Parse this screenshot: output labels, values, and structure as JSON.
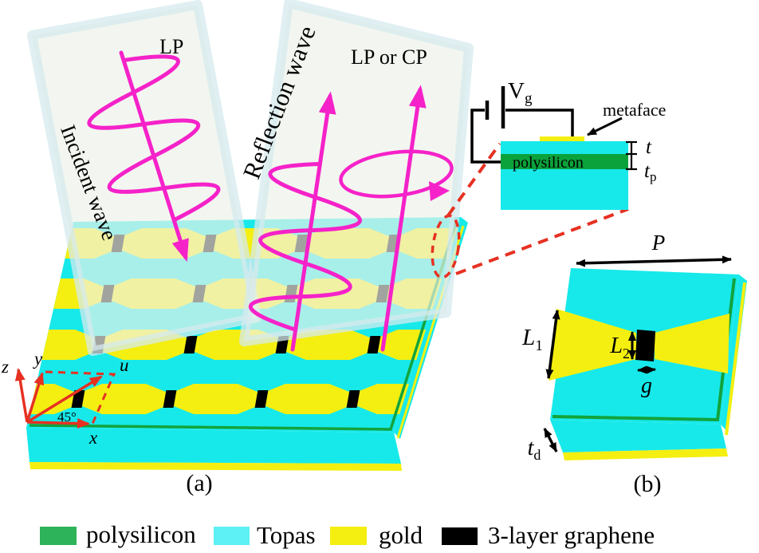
{
  "figure": {
    "panel_a": {
      "caption": "(a)",
      "incident_wave_label": "Incident wave",
      "incident_polarization": "LP",
      "reflection_wave_label": "Reflection wave",
      "reflection_polarization": "LP or CP",
      "axes": {
        "z": "z",
        "y": "y",
        "u": "u",
        "x": "x",
        "angle": "45°"
      }
    },
    "inset": {
      "gate_voltage": {
        "base": "V",
        "sub": "g"
      },
      "metaface_label": "metaface",
      "polysilicon_label": "polysilicon",
      "thickness_t": "t",
      "thickness_tp": {
        "base": "t",
        "sub": "p"
      }
    },
    "panel_b": {
      "caption": "(b)",
      "period": "P",
      "length1": {
        "base": "L",
        "sub": "1"
      },
      "length2": {
        "base": "L",
        "sub": "2"
      },
      "gap": "g",
      "thickness_td": {
        "base": "t",
        "sub": "d"
      }
    },
    "legend": {
      "items": [
        {
          "label": "polysilicon",
          "color": "#2db35a"
        },
        {
          "label": "Topas",
          "color": "#5df0f4"
        },
        {
          "label": "gold",
          "color": "#f4ef10"
        },
        {
          "label": "3-layer graphene",
          "color": "#000000"
        }
      ]
    },
    "colors": {
      "topas": "#17e9ea",
      "gold": "#f4ef10",
      "polysilicon": "#0ba23b",
      "graphene": "#000000",
      "magenta": "#f522c9",
      "red": "#e63122",
      "beam": "#edf2e9",
      "green_edge": "#12a33c"
    }
  }
}
